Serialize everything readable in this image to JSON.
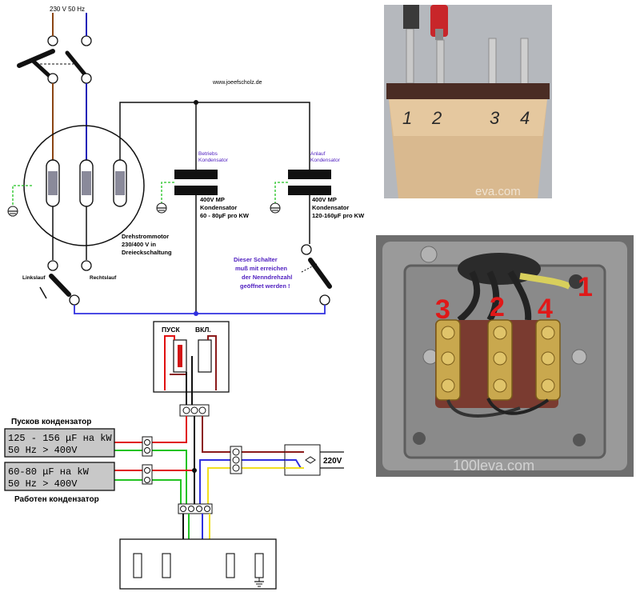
{
  "colors": {
    "brown": "#8b4513",
    "blue": "#1d1db8",
    "black": "#111111",
    "green": "#22c322",
    "yellow": "#f0e020",
    "red": "#e01010",
    "darkred": "#8b1a1a",
    "purple": "#5020c0",
    "wire_blue": "#3030e0",
    "capacitor_fill": "#c8c8c8",
    "photo_bg": "#b9bcc0",
    "photo_plug": "#d9b98f",
    "box_fill": "#8f8f8f",
    "terminal_number_red": "#e01818"
  },
  "german": {
    "supply": "230 V 50 Hz",
    "website": "www.joeefscholz.de",
    "run_cap_title": "Betriebs\nKondensator",
    "start_cap_title": "Anlauf\nKondensator",
    "run_cap_spec": [
      "400V MP",
      "Kondensator",
      "60 - 80µF pro KW"
    ],
    "start_cap_spec": [
      "400V MP",
      "Kondensator",
      "120-160µF pro KW"
    ],
    "motor_label": [
      "Drehstrommotor",
      "230/400 V in",
      "Dreieckschaltung"
    ],
    "linkslauf": "Linkslauf",
    "rechtslauf": "Rechtslauf",
    "switch_note": [
      "Dieser Schalter",
      "muß mit erreichen",
      "der Nenndrehzahl",
      "geöffnet werden !"
    ]
  },
  "bulgarian": {
    "start_label": "ПУСК",
    "on_label": "ВКЛ.",
    "start_cap_heading": "Пусков кондензатор",
    "start_cap_value": "125 - 156 μF на kW",
    "start_cap_voltage": "50 Hz  > 400V",
    "run_cap_value": "60-80 μF на kW",
    "run_cap_voltage": "50 Hz  > 400V",
    "run_cap_heading": "Работен кондензатор",
    "mains_label": "220V"
  },
  "photos": {
    "plug_numbers": [
      "1",
      "2",
      "3",
      "4"
    ],
    "plug_watermark": "eva.com",
    "box_numbers": [
      "3",
      "2",
      "4",
      "1"
    ],
    "box_watermark": "100leva.com"
  }
}
